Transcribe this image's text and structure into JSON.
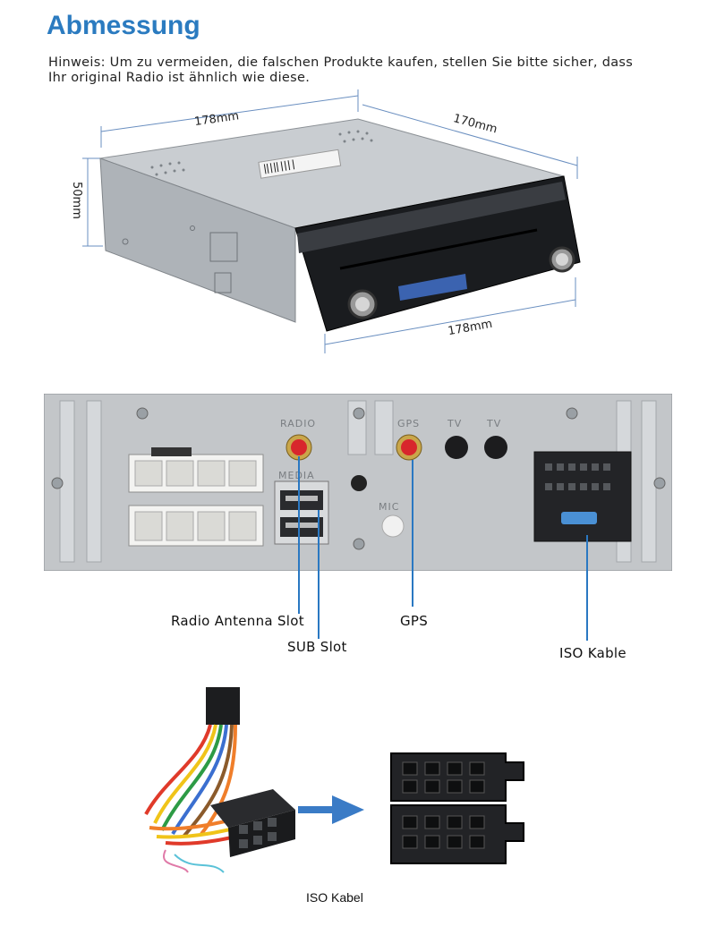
{
  "page": {
    "title": "Abmessung",
    "note_line1": "Hinweis: Um zu vermeiden, die falschen Produkte kaufen, stellen Sie bitte sicher, dass",
    "note_line2": "Ihr original Radio ist ähnlich wie diese."
  },
  "dimensions": {
    "top_width": "178mm",
    "depth": "170mm",
    "height": "50mm",
    "front_width": "178mm"
  },
  "back_panel": {
    "port_radio": "RADIO",
    "port_media": "MEDIA",
    "port_gps": "GPS",
    "port_tv1": "TV",
    "port_tv2": "TV",
    "port_mic": "MIC"
  },
  "labels": {
    "radio_antenna": "Radio Antenna Slot",
    "sub_slot": "SUB Slot",
    "gps": "GPS",
    "iso_kable": "ISO Kable",
    "iso_kabel_caption": "ISO Kabel"
  },
  "colors": {
    "title": "#2b7bc0",
    "pointer": "#2a78c2",
    "chassis": "#b9bec3",
    "antenna": "#d8262c"
  }
}
